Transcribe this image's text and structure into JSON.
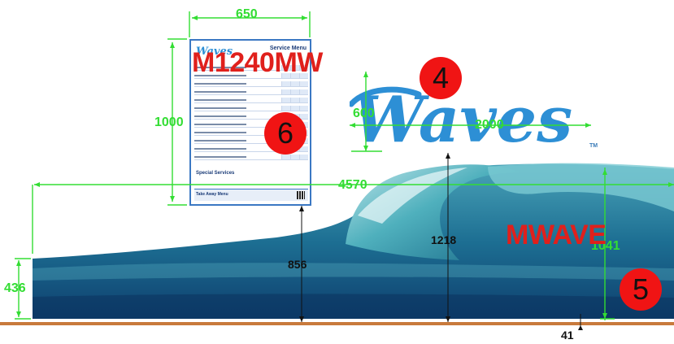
{
  "dimensions": {
    "poster_width": "650",
    "poster_height": "1000",
    "logo_height": "600",
    "logo_width": "2000",
    "wave_width": "4570",
    "wave_left_height": "436",
    "poster_bottom_height": "856",
    "logo_bottom_height": "1218",
    "wave_right_height": "1041",
    "ground_gap": "41"
  },
  "labels": {
    "poster_code": "M1240MW",
    "wave_code": "MWAVE"
  },
  "badges": {
    "logo": "4",
    "wave": "5",
    "poster": "6"
  },
  "logo": {
    "text": "Waves",
    "trademark": "TM"
  },
  "poster": {
    "logo_text": "Waves",
    "title": "Service Menu",
    "special_heading": "Special Services",
    "takeaway_heading": "Take Away Menu"
  },
  "colors": {
    "dimension": "#33dd33",
    "label_red": "#e0201c",
    "badge_red": "#f01414",
    "ground": "#c87a3c",
    "logo_blue": "#2d8fd5"
  }
}
